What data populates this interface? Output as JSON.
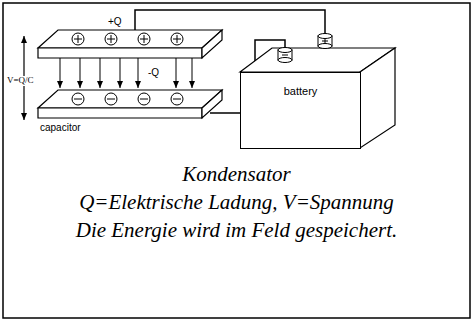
{
  "diagram": {
    "caption": "Kondensator",
    "nodes": [
      {
        "text": [
          "battery"
        ]
      }
    ],
    "labels": [
      "+Q",
      "-Q",
      "V=Q/C",
      "capacitor",
      "Q=Elektrische Ladung, V=Spannung",
      "Die Energie wird im Feld gespeichert."
    ]
  }
}
